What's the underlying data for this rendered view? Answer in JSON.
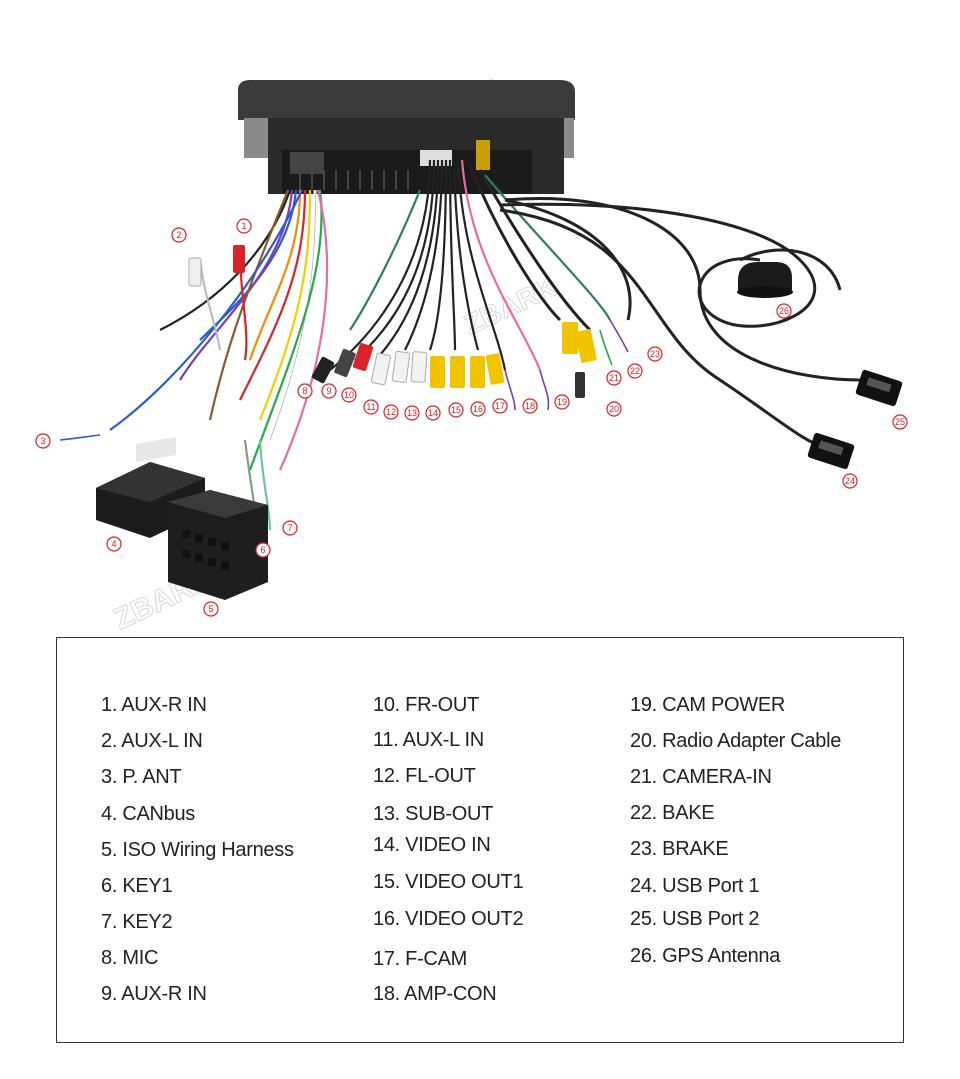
{
  "brand": {
    "watermark": "ZBARK"
  },
  "callouts": [
    "1",
    "2",
    "3",
    "4",
    "5",
    "6",
    "7",
    "8",
    "9",
    "10",
    "11",
    "12",
    "13",
    "14",
    "15",
    "16",
    "17",
    "18",
    "19",
    "20",
    "21",
    "22",
    "23",
    "24",
    "25",
    "26"
  ],
  "legend": {
    "col1": [
      "1. AUX-R IN",
      "2. AUX-L IN",
      "3. P. ANT",
      "4. CANbus",
      "5. ISO Wiring Harness",
      "6. KEY1",
      "7. KEY2",
      "8. MIC",
      "9. AUX-R IN"
    ],
    "col2": [
      "10. FR-OUT",
      "11. AUX-L IN",
      "12. FL-OUT",
      "13. SUB-OUT",
      "14. VIDEO  IN",
      "15. VIDEO OUT1",
      "16. VIDEO OUT2",
      "17. F-CAM",
      "18. AMP-CON"
    ],
    "col3": [
      "19. CAM POWER",
      "20. Radio Adapter Cable",
      "21. CAMERA-IN",
      "22. BAKE",
      "23. BRAKE",
      "24. USB Port 1",
      "25. USB Port 2",
      "26. GPS Antenna"
    ]
  },
  "colors": {
    "callout": "#dd2222",
    "rca_red": "#d8232a",
    "rca_white": "#f2f2f2",
    "rca_yellow": "#f2c400",
    "unit_body": "#2a2a2a"
  }
}
